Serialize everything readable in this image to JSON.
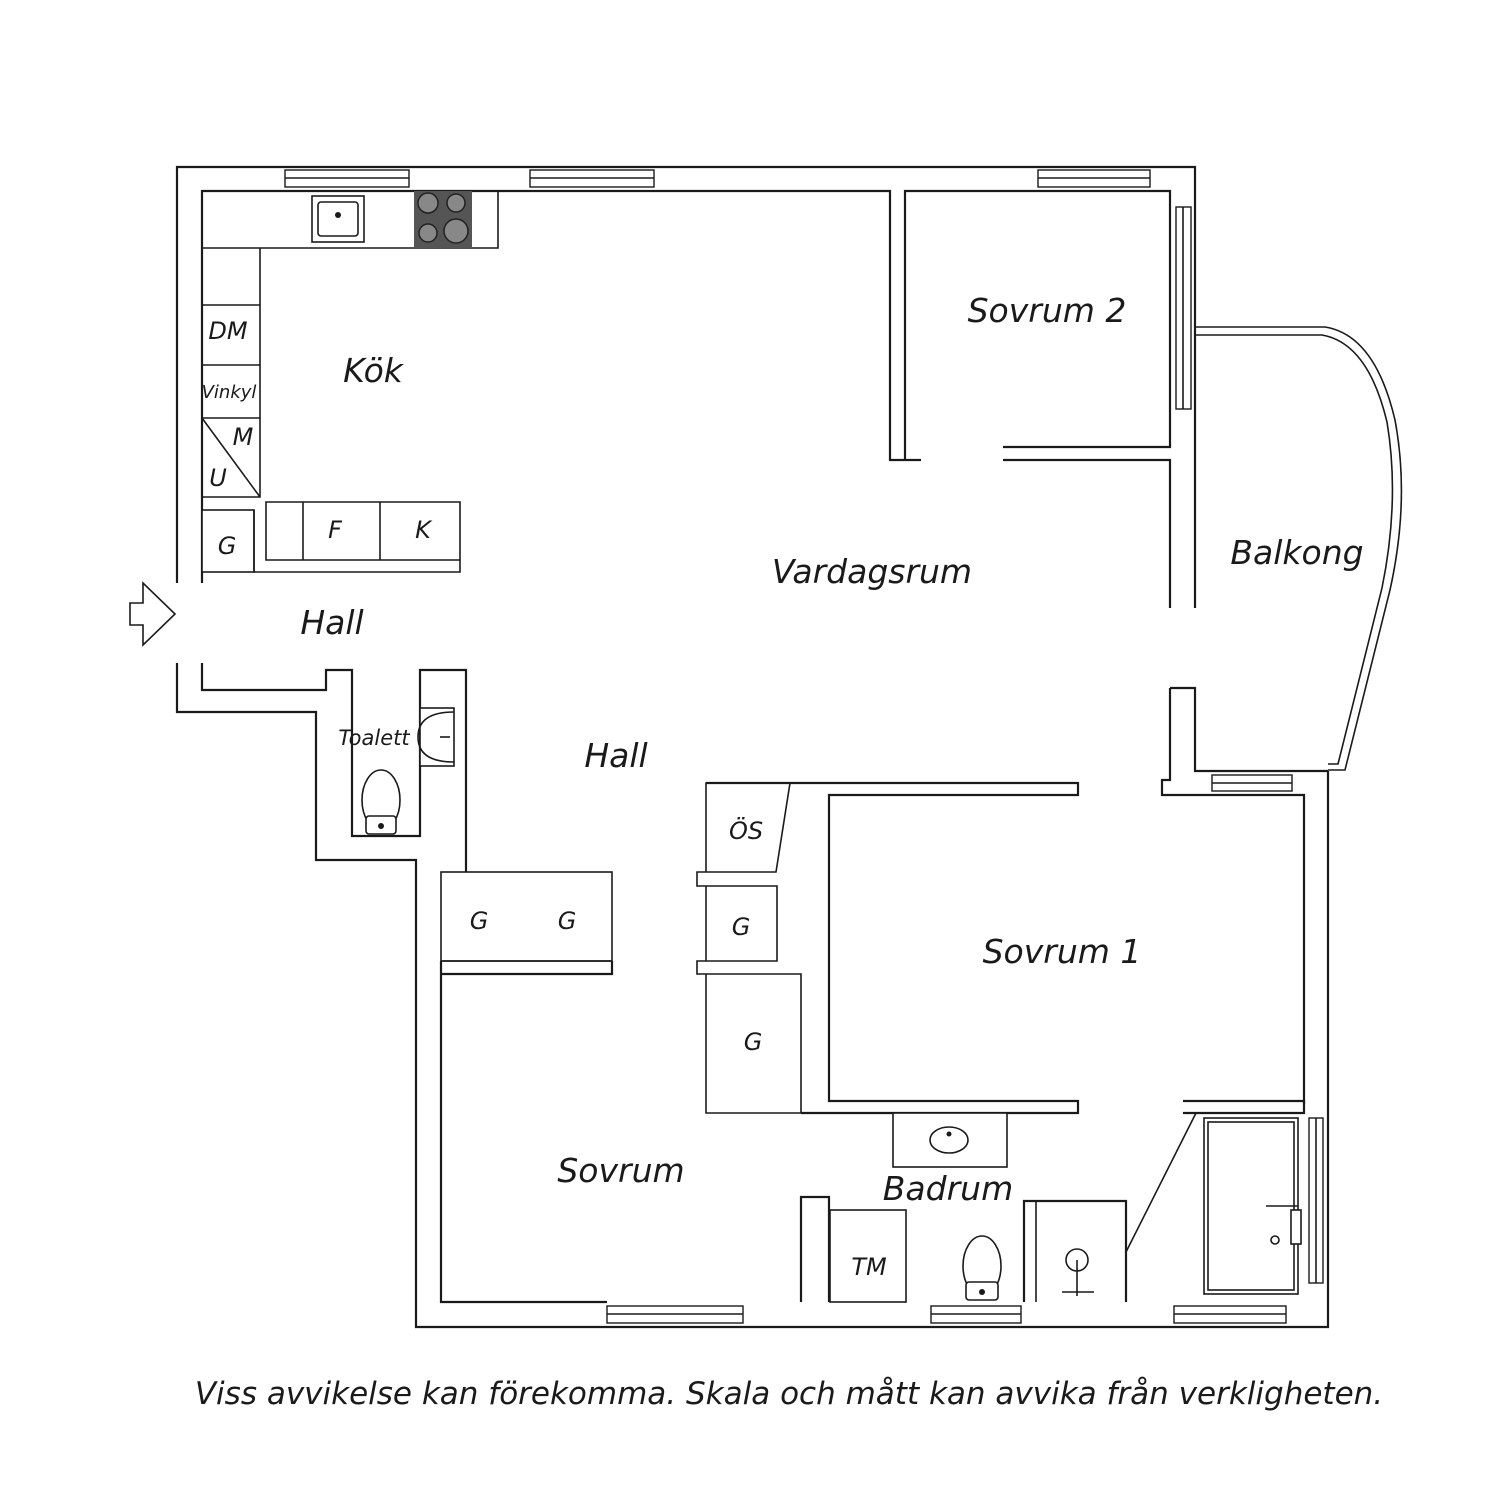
{
  "rooms": {
    "kok": "Kök",
    "sovrum2": "Sovrum 2",
    "vardagsrum": "Vardagsrum",
    "balkong": "Balkong",
    "hall_entry": "Hall",
    "hall_center": "Hall",
    "toalett": "Toalett",
    "sovrum1": "Sovrum 1",
    "sovrum": "Sovrum",
    "badrum": "Badrum"
  },
  "fixtures": {
    "dm": "DM",
    "vinkyl": "Vinkyl",
    "m": "M",
    "u": "U",
    "g_kitchen": "G",
    "f": "F",
    "k": "K",
    "os": "ÖS",
    "g_closet_a": "G",
    "g_closet_b": "G",
    "g_hall": "G",
    "g_hall2": "G",
    "tm": "TM"
  },
  "disclaimer": "Viss avvikelse kan förekomma. Skala och mått kan avvika från verkligheten."
}
